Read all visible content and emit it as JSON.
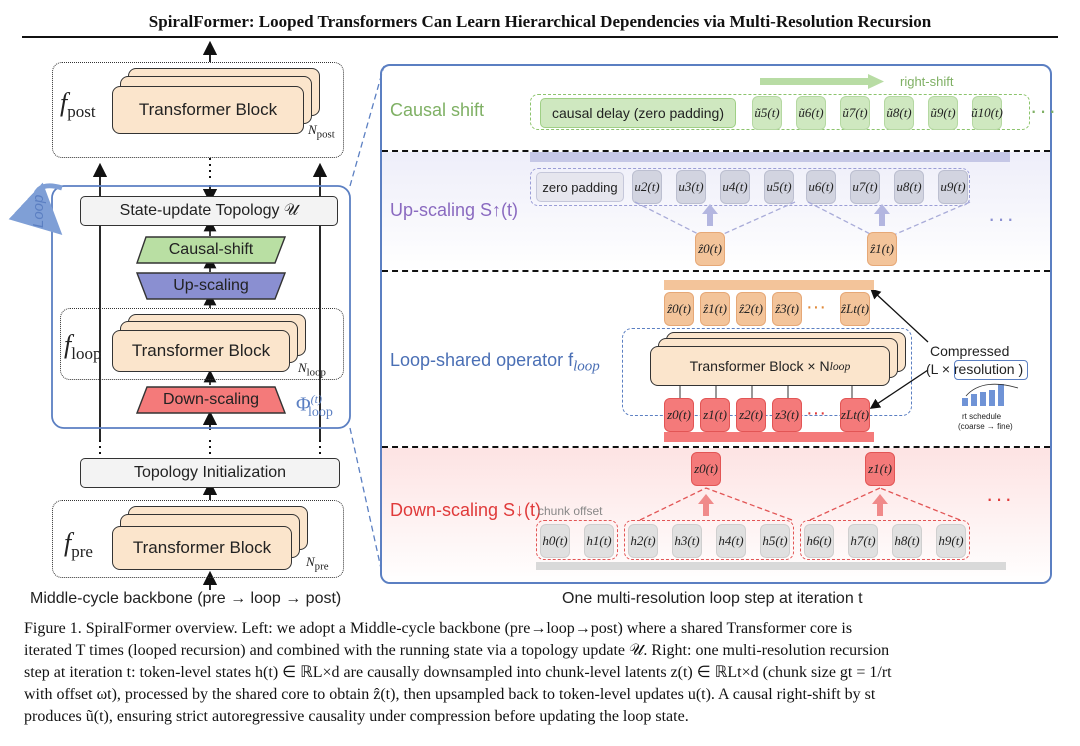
{
  "paper": {
    "title": "SpiralFormer: Looped Transformers Can Learn Hierarchical Dependencies via Multi-Resolution Recursion"
  },
  "left": {
    "post_fn": "f",
    "post_sub": "post",
    "post_block": "Transformer Block",
    "post_n": "N",
    "post_n_sub": "post",
    "state_update": "State-update Topology 𝒰",
    "causal_shift": "Causal-shift",
    "up_scaling": "Up-scaling",
    "loop_fn": "f",
    "loop_sub": "loop",
    "loop_block": "Transformer Block",
    "loop_n": "N",
    "loop_n_sub": "loop",
    "down_scaling": "Down-scaling",
    "phi": "Φ",
    "phi_sup": "(t)",
    "phi_sub": "loop",
    "loop_label": "Loop",
    "topology_init": "Topology Initialization",
    "pre_fn": "f",
    "pre_sub": "pre",
    "pre_block": "Transformer Block",
    "pre_n": "N",
    "pre_n_sub": "pre",
    "caption": "Middle-cycle backbone (pre → loop → post)"
  },
  "right": {
    "causal_shift_label": "Causal shift",
    "right_shift": "right-shift",
    "causal_delay": "causal delay (zero padding)",
    "shift_tokens": [
      "ũ5(t)",
      "ũ6(t)",
      "ũ7(t)",
      "ũ8(t)",
      "ũ9(t)",
      "ũ10(t)"
    ],
    "up_label": "Up-scaling S↑(t)",
    "zero_padding": "zero padding",
    "up_tokens_a": [
      "u2(t)",
      "u3(t)",
      "u4(t)",
      "u5(t)"
    ],
    "up_tokens_b": [
      "u6(t)",
      "u7(t)",
      "u8(t)",
      "u9(t)"
    ],
    "up_z": [
      "ẑ0(t)",
      "ẑ1(t)"
    ],
    "loop_label": "Loop-shared operator f",
    "loop_label_sub": "loop",
    "zhat_tokens": [
      "ẑ0(t)",
      "ẑ1(t)",
      "ẑ2(t)",
      "ẑ3(t)",
      "ẑLt(t)"
    ],
    "tb_loop": "Transformer Block × N",
    "tb_loop_sub": "loop",
    "z_tokens": [
      "z0(t)",
      "z1(t)",
      "z2(t)",
      "z3(t)",
      "zLt(t)"
    ],
    "compressed": "Compressed",
    "compressed2": "(L × resolution )",
    "schedule": "rt schedule",
    "schedule2": "(coarse → fine)",
    "down_label": "Down-scaling S↓(t)",
    "chunk_offset": "chunk offset",
    "down_z": [
      "z0(t)",
      "z1(t)"
    ],
    "h_tokens": [
      "h0(t)",
      "h1(t)",
      "h2(t)",
      "h3(t)",
      "h4(t)",
      "h5(t)",
      "h6(t)",
      "h7(t)",
      "h8(t)",
      "h9(t)"
    ],
    "caption": "One multi-resolution loop step at iteration t"
  },
  "caption": {
    "line1": "Figure 1. SpiralFormer overview. Left: we adopt a Middle-cycle backbone (pre→loop→post) where a shared Transformer core is",
    "line2": "iterated T times (looped recursion) and combined with the running state via a topology update 𝒰. Right: one multi-resolution recursion",
    "line3": "step at iteration t: token-level states h(t) ∈ ℝL×d are causally downsampled into chunk-level latents z(t) ∈ ℝLt×d (chunk size gt = 1/rt",
    "line4": "with offset ωt), processed by the shared core to obtain ẑ(t), then upsampled back to token-level updates u(t). A causal right-shift by st",
    "line5": "produces ũ(t), ensuring strict autoregressive causality under compression before updating the loop state."
  },
  "colors": {
    "peach": "#fbe5cc",
    "green": "#cfe8c0",
    "purple": "#8a8fd1",
    "red": "#f47a7a",
    "blue_frame": "#5b7fc2"
  }
}
